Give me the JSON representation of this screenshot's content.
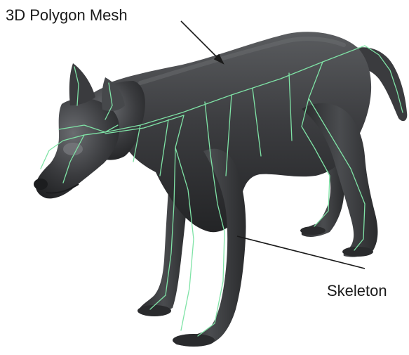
{
  "labels": {
    "mesh": "3D Polygon Mesh",
    "skeleton": "Skeleton"
  },
  "colors": {
    "mesh_fill": "#3e3f41",
    "mesh_highlight": "#6e7073",
    "mesh_shadow": "#1f2022",
    "bone": "#7fe3a6",
    "leader_line": "#1a1a1a",
    "label_text": "#1a1a1a",
    "background": "#ffffff"
  },
  "figure": {
    "subject": "wolf",
    "mesh_icon": "wolf-mesh",
    "skeleton_icon": "bone-wireframe"
  }
}
